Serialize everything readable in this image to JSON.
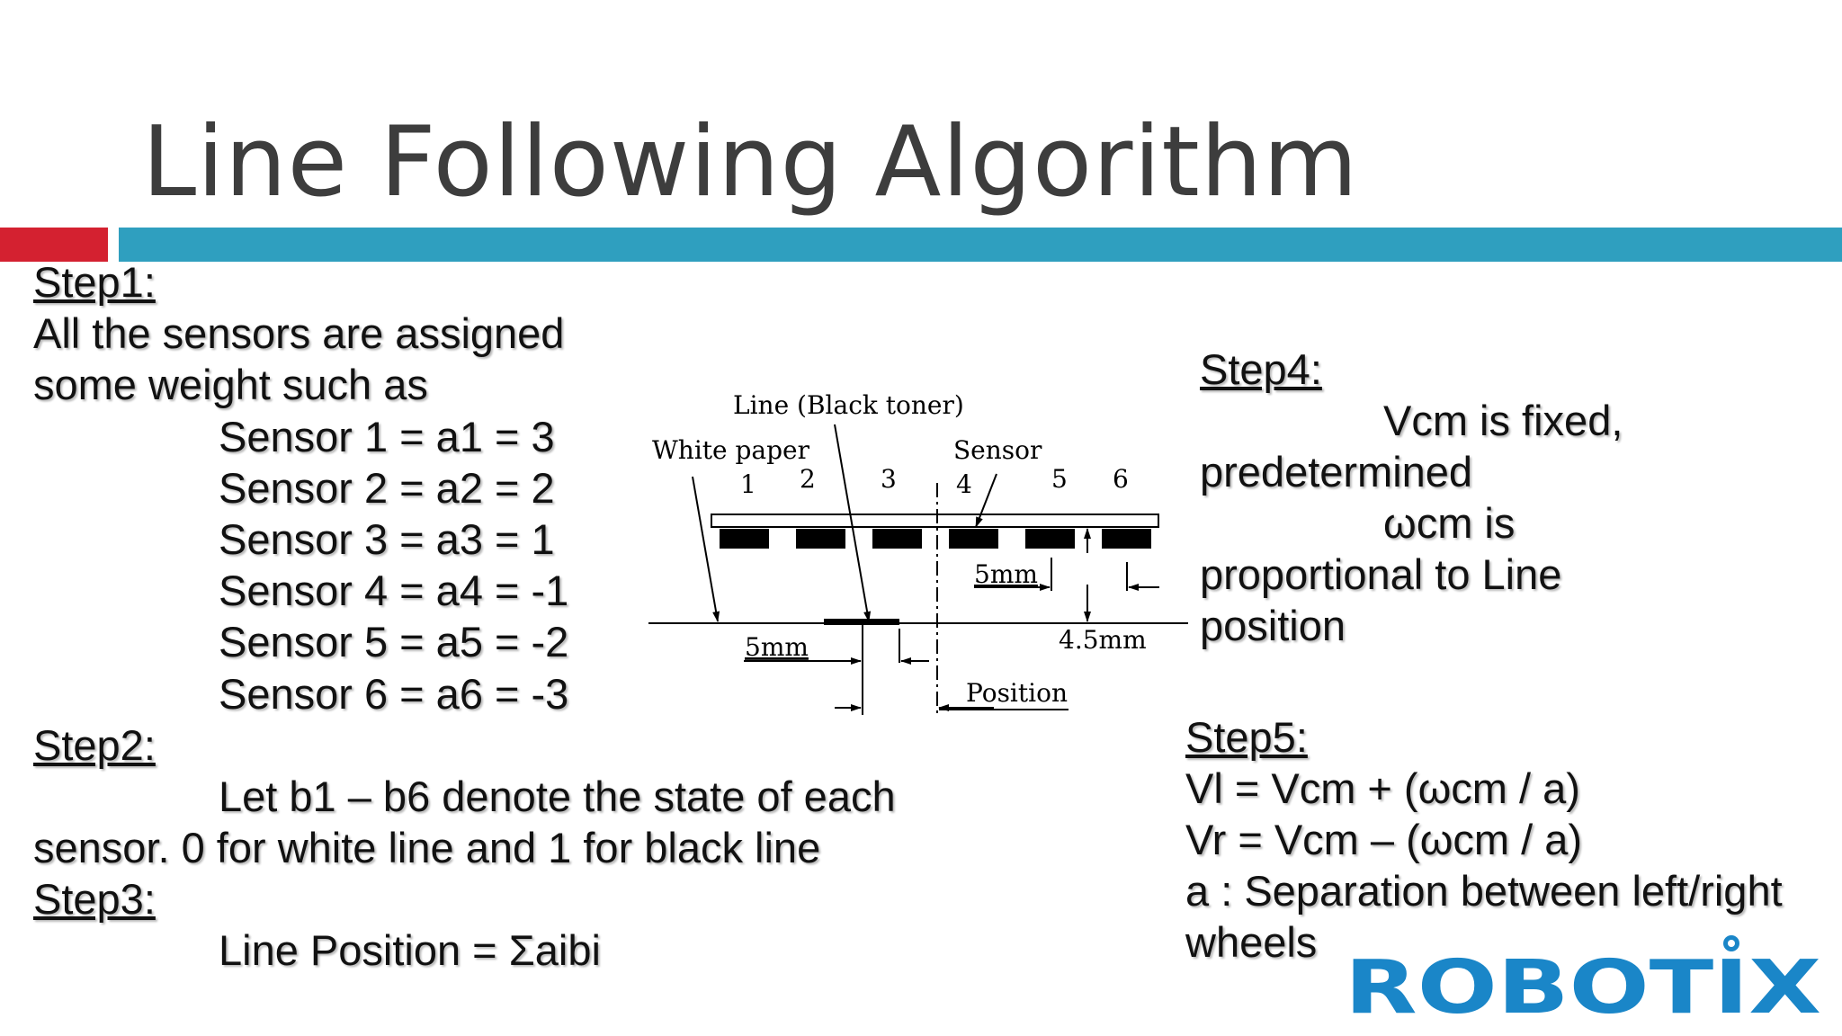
{
  "slide": {
    "title": "Line Following Algorithm",
    "colors": {
      "accent_red": "#d42130",
      "accent_blue": "#2f9fbf",
      "title_gray": "#3d3d3d",
      "logo_blue": "#1a86c8"
    }
  },
  "step1": {
    "heading": "Step1:",
    "line1": "All the sensors are assigned",
    "line2": "some weight such as",
    "sensors": [
      "Sensor 1 = a1 = 3",
      "Sensor 2 = a2 = 2",
      "Sensor 3 = a3 = 1",
      "Sensor 4 = a4 = -1",
      "Sensor 5 = a5 = -2",
      "Sensor 6 = a6 = -3"
    ]
  },
  "step2": {
    "heading": "Step2:",
    "line1": "Let b1 – b6 denote the state of each",
    "line2": "sensor. 0 for white line and 1 for black line"
  },
  "step3": {
    "heading": "Step3:",
    "line1": "Line Position = Σaibi"
  },
  "step4": {
    "heading": "Step4:",
    "line1": "Vcm is fixed,",
    "line2": "predetermined",
    "line3": "ωcm is",
    "line4": "proportional to Line",
    "line5": "position"
  },
  "step5": {
    "heading": "Step5:",
    "line1": "Vl = Vcm + (ωcm / a)",
    "line2": "Vr = Vcm – (ωcm / a)",
    "line3": "a : Separation between left/right",
    "line4": "wheels"
  },
  "diagram": {
    "label_line": "Line (Black toner)",
    "label_white_paper": "White paper",
    "label_sensor": "Sensor",
    "sensor_numbers": [
      "1",
      "2",
      "3",
      "4",
      "5",
      "6"
    ],
    "dim_5mm_top": "5mm",
    "dim_4_5mm": "4.5mm",
    "dim_5mm_bottom": "5mm",
    "label_position": "Position"
  },
  "logo": {
    "text": "ROBOTIX"
  }
}
